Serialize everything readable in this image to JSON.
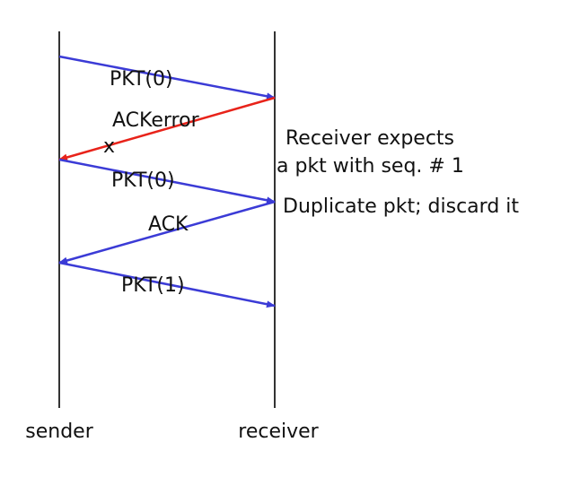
{
  "colors": {
    "packet": "#3b3bd6",
    "error": "#e8231a",
    "timeline": "#333333",
    "text": "#111111"
  },
  "lanes": {
    "sender": "sender",
    "receiver": "receiver"
  },
  "messages": [
    {
      "id": "pkt0-first",
      "label": "PKT(0)",
      "direction": "to-receiver",
      "status": "ok"
    },
    {
      "id": "ack-error",
      "label": "ACKerror",
      "direction": "to-sender",
      "status": "error"
    },
    {
      "id": "pkt0-retransmit",
      "label": "PKT(0)",
      "direction": "to-receiver",
      "status": "ok"
    },
    {
      "id": "ack",
      "label": "ACK",
      "direction": "to-sender",
      "status": "ok"
    },
    {
      "id": "pkt1",
      "label": "PKT(1)",
      "direction": "to-receiver",
      "status": "ok"
    }
  ],
  "error_mark": "x",
  "notes": {
    "expects_line1": "Receiver expects",
    "expects_line2": "a pkt with seq. # 1",
    "duplicate": "Duplicate pkt; discard it"
  }
}
